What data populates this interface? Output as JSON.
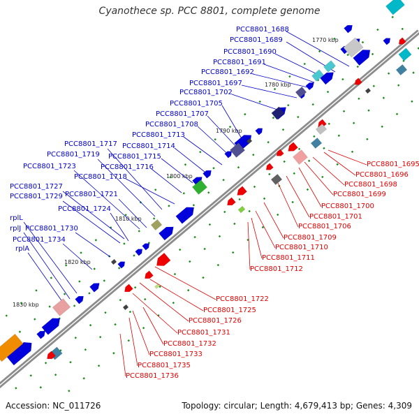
{
  "title": "Cyanothece sp. PCC 8801, complete genome",
  "footer": {
    "accession": "Accession: NC_011726",
    "topology": "Topology: circular; Length: 4,679,413 bp; Genes: 4,309"
  },
  "colors": {
    "backbone": "#8c8c8c",
    "forward_label": "#0000cc",
    "reverse_label": "#e00000",
    "forward_gene": "#0000dd",
    "reverse_gene": "#ee0000",
    "tick": "#1a8a1a"
  },
  "kbp_ticks": [
    "1770 kbp",
    "1780 kbp",
    "1790 kbp",
    "1800 kbp",
    "1810 kbp",
    "1820 kbp",
    "1830 kbp"
  ],
  "forward_labels": [
    "PCC8801_1688",
    "PCC8801_1689",
    "PCC8801_1690",
    "PCC8801_1691",
    "PCC8801_1692",
    "PCC8801_1697",
    "PCC8801_1702",
    "PCC8801_1705",
    "PCC8801_1707",
    "PCC8801_1708",
    "PCC8801_1713",
    "PCC8801_1714",
    "PCC8801_1717",
    "PCC8801_1715",
    "PCC8801_1719",
    "PCC8801_1716",
    "PCC8801_1723",
    "PCC8801_1718",
    "PCC8801_1727",
    "PCC8801_1721",
    "PCC8801_1729",
    "PCC8801_1724",
    "rplL",
    "rplJ",
    "PCC8801_1730",
    "PCC8801_1734",
    "rplA"
  ],
  "reverse_labels": [
    "PCC8801_1695",
    "PCC8801_1696",
    "PCC8801_1698",
    "PCC8801_1699",
    "PCC8801_1700",
    "PCC8801_1701",
    "PCC8801_1706",
    "PCC8801_1709",
    "PCC8801_1710",
    "PCC8801_1711",
    "PCC8801_1712",
    "PCC8801_1722",
    "PCC8801_1725",
    "PCC8801_1726",
    "PCC8801_1731",
    "PCC8801_1732",
    "PCC8801_1733",
    "PCC8801_1735",
    "PCC8801_1736"
  ]
}
